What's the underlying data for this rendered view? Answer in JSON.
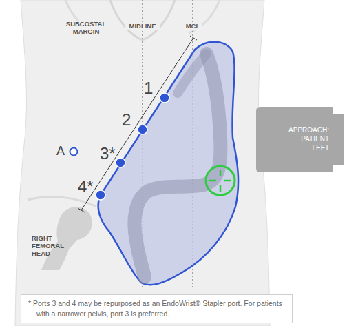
{
  "diagram": {
    "nodes": [
      {
        "text": [
          "APPROACH: PATIENT LEFT"
        ]
      },
      {
        "text": [
          "* Ports 3 and 4 may be repurposed as an EndoWrist® Stapler port. For patients with a narrower pelvis, port 3 is preferred."
        ]
      }
    ],
    "labels": [
      "SUBCOSTAL MARGIN",
      "MIDLINE",
      "MCL",
      "1",
      "2",
      "3*",
      "4*",
      "A",
      "RIGHT FEMORAL HEAD"
    ]
  }
}
